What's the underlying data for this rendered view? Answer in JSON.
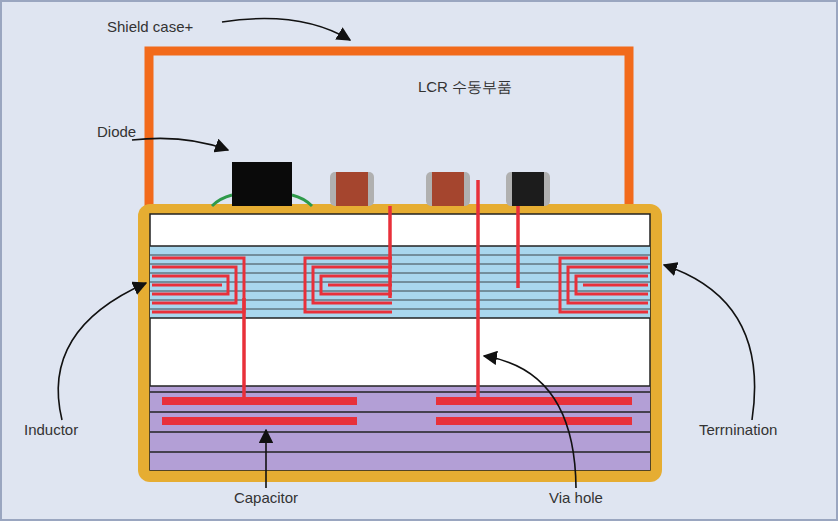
{
  "diagram": {
    "labels": [
      "Shield case+",
      "Diode",
      "LCR 수동부품",
      "Inductor",
      "Terrnination",
      "Capacitor",
      "Via hole"
    ]
  }
}
